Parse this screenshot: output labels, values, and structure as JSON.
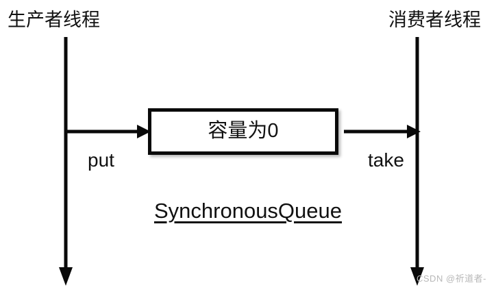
{
  "diagram": {
    "title_caption": "SynchronousQueue",
    "producer": {
      "label": "生产者线程",
      "lifeline_name": "producer-lifeline"
    },
    "consumer": {
      "label": "消费者线程",
      "lifeline_name": "consumer-lifeline"
    },
    "queue_box": {
      "text": "容量为0"
    },
    "operations": {
      "put": "put",
      "take": "take"
    },
    "colors": {
      "stroke": "#0a0a0a",
      "text": "#111111",
      "background": "#ffffff",
      "watermark": "#b8b8b8"
    }
  },
  "watermark": {
    "text": "CSDN @祈道者-"
  }
}
